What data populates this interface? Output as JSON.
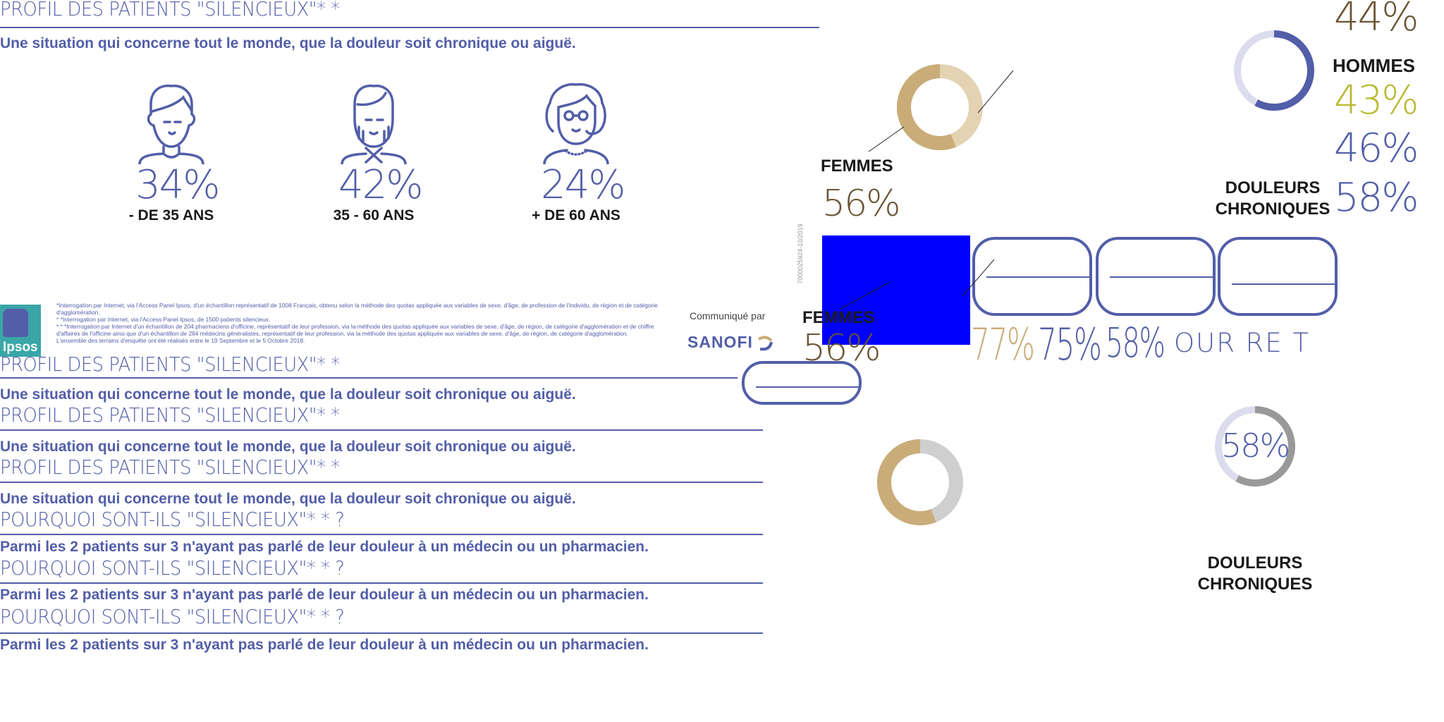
{
  "header": {
    "title": "PROFIL DES PATIENTS \"SILENCIEUX\"* *",
    "subtitle": "Une situation qui concerne tout le monde, que la douleur soit chronique ou aiguë."
  },
  "age_groups": [
    {
      "percent": "34%",
      "label": "- DE 35 ANS",
      "icon": "young-man-icon"
    },
    {
      "percent": "42%",
      "label": "35 - 60 ANS",
      "icon": "bearded-man-icon"
    },
    {
      "percent": "24%",
      "label": "+ DE 60 ANS",
      "icon": "older-woman-icon"
    }
  ],
  "gender_donut": {
    "label": "FEMMES",
    "percent": "56%",
    "value": 56
  },
  "gender_donut_2": {
    "label": "FEMMES",
    "percent": "56%",
    "value": 56
  },
  "hommes": {
    "percent": "44%",
    "label": "HOMMES"
  },
  "stack_percents": [
    "43%",
    "46%",
    "58%"
  ],
  "chronic_donut": {
    "label_1": "DOULEURS",
    "label_2": "CHRONIQUES",
    "value": 58
  },
  "chronic_donut_2": {
    "percent": "58%",
    "label_1": "DOULEURS",
    "label_2": "CHRONIQUES",
    "value": 58
  },
  "pill_percents": [
    "77%",
    "75%",
    "58%"
  ],
  "partial_text": "OUR RE T",
  "doc_code": "7000025924-10/2019",
  "footnotes": [
    "*Interrogation par Internet, via l'Access Panel Ipsos, d'un échantillon représentatif de 1008 Français, obtenu selon la méthode des quotas appliquée aux variables de sexe, d'âge, de profession de l'individu, de région et de catégorie d'agglomération.",
    "* *Interrogation par Internet, via l'Access Panel Ipsos, de 1500 patients silencieux.",
    "* * *Interrogation par Internet d'un échantillon de 204 pharmaciens d'officine, représentatif de leur profession, via la méthode des quotas appliquée aux variables de sexe, d'âge, de région, de catégorie d'agglomération et de chiffre d'affaires de l'officine ainsi que d'un échantillon de 284 médecins généralistes, représentatif de leur profession, via la méthode des quotas appliquée aux variables de sexe, d'âge, de région, de catégorie d'agglomération.",
    "L'ensemble des terrains d'enquête ont été réalisés entre le 19 Septembre et le 5 Octobre 2018."
  ],
  "ipsos_logo": "Ipsos",
  "communique": "Communiqué par",
  "sanofi_logo": "SANOFI",
  "blocks": [
    {
      "title": "PROFIL DES PATIENTS \"SILENCIEUX\"* *",
      "subtitle": "Une situation qui concerne tout le monde, que la douleur soit chronique ou aiguë."
    },
    {
      "title": "PROFIL DES PATIENTS \"SILENCIEUX\"* *",
      "subtitle": "Une situation qui concerne tout le monde, que la douleur soit chronique ou aiguë."
    },
    {
      "title": "PROFIL DES PATIENTS \"SILENCIEUX\"* *",
      "subtitle": "Une situation qui concerne tout le monde, que la douleur soit chronique ou aiguë."
    },
    {
      "title": "POURQUOI SONT-ILS \"SILENCIEUX\"* * ?",
      "subtitle": "Parmi les 2 patients sur 3 n'ayant pas parlé de leur douleur à un médecin ou un pharmacien."
    },
    {
      "title": "POURQUOI SONT-ILS \"SILENCIEUX\"* * ?",
      "subtitle": "Parmi les 2 patients sur 3 n'ayant pas parlé de leur douleur à un médecin ou un pharmacien."
    },
    {
      "title": "POURQUOI SONT-ILS \"SILENCIEUX\"* * ?",
      "subtitle": "Parmi les 2 patients sur 3 n'ayant pas parlé de leur douleur à un médecin ou un pharmacien."
    }
  ],
  "colors": {
    "brand": "#525ea8",
    "tan": "#c9ac78",
    "tan_light": "#e3d3b3",
    "brown": "#6b5434",
    "olive": "#b8b92e",
    "highlight": "#0000ff"
  }
}
